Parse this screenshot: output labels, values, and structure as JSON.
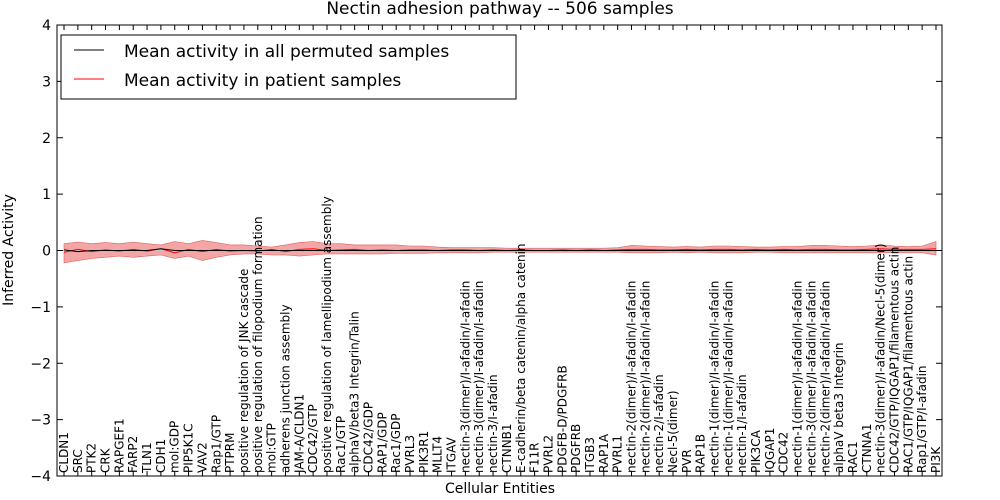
{
  "chart_data": {
    "type": "line",
    "title": "Nectin adhesion pathway -- 506 samples",
    "xlabel": "Cellular Entities",
    "ylabel": "Inferred Activity",
    "ylim": [
      -4,
      4
    ],
    "yticks": [
      "−4",
      "−3",
      "−2",
      "−1",
      "0",
      "1",
      "2",
      "3",
      "4"
    ],
    "grid": false,
    "legend_placement": "top-left",
    "categories": [
      "CLDN1",
      "SRC",
      "PTK2",
      "CRK",
      "RAPGEF1",
      "FARP2",
      "TLN1",
      "CDH1",
      "mol:GDP",
      "PIP5K1C",
      "VAV2",
      "Rap1/GTP",
      "PTPRM",
      "positive regulation of JNK cascade",
      "positive regulation of filopodium formation",
      "mol:GTP",
      "adherens junction assembly",
      "JAM-A/CLDN1",
      "CDC42/GTP",
      "positive regulation of lamellipodium assembly",
      "Rac1/GTP",
      "alphaV/beta3 Integrin/Talin",
      "CDC42/GDP",
      "RAP1/GDP",
      "Rac1/GDP",
      "PVRL3",
      "PIK3R1",
      "MLLT4",
      "ITGAV",
      "nectin-3(dimer)/I-afadin/I-afadin",
      "nectin-3(dimer)/I-afadin/I-afadin",
      "nectin-3/I-afadin",
      "CTNNB1",
      "E-cadherin/beta catenin/alpha catenin",
      "F11R",
      "PVRL2",
      "PDGFB-D/PDGFRB",
      "PDGFRB",
      "ITGB3",
      "RAP1A",
      "PVRL1",
      "nectin-2(dimer)/I-afadin/I-afadin",
      "nectin-2(dimer)/I-afadin/I-afadin",
      "nectin-2/I-afadin",
      "Necl-5(dimer)",
      "PVR",
      "RAP1B",
      "nectin-1(dimer)/I-afadin/I-afadin",
      "nectin-1(dimer)/I-afadin/I-afadin",
      "nectin-1/I-afadin",
      "PIK3CA",
      "IQGAP1",
      "CDC42",
      "nectin-1(dimer)/I-afadin/I-afadin",
      "nectin-3(dimer)/I-afadin/I-afadin",
      "nectin-2(dimer)/I-afadin/I-afadin",
      "alphaV beta3 Integrin",
      "RAC1",
      "CTNNA1",
      "nectin-3(dimer)/I-afadin/Necl-5(dimer)",
      "CDC42/GTP/IQGAP1/filamentous actin",
      "RAC1/GTP/IQGAP1/filamentous actin",
      "Rap1/GTP/I-afadin",
      "PI3K"
    ],
    "series": [
      {
        "name": "Mean activity in all permuted samples",
        "color": "#000000",
        "values": [
          0.01,
          -0.02,
          0.0,
          0.0,
          0.0,
          0.0,
          0.0,
          0.03,
          0.0,
          0.0,
          0.0,
          0.0,
          0.0,
          0.0,
          0.0,
          0.0,
          0.0,
          0.0,
          0.0,
          0.0,
          0.0,
          0.0,
          0.0,
          0.0,
          0.0,
          0.0,
          0.0,
          0.0,
          0.0,
          0.0,
          0.0,
          0.0,
          0.0,
          0.0,
          0.0,
          0.0,
          0.0,
          0.0,
          0.0,
          0.0,
          0.0,
          0.0,
          0.0,
          0.0,
          0.0,
          0.0,
          0.0,
          0.0,
          0.0,
          0.0,
          0.0,
          0.0,
          0.0,
          0.0,
          0.0,
          0.0,
          0.0,
          0.0,
          0.0,
          0.0,
          0.0,
          0.0,
          0.0,
          0.0
        ]
      },
      {
        "name": "Mean activity in patient samples",
        "color": "#ff0000",
        "band_color": "#f08080",
        "values": [
          -0.03,
          0.02,
          -0.02,
          0.01,
          -0.01,
          0.02,
          -0.01,
          0.03,
          -0.04,
          0.02,
          -0.02,
          0.02,
          -0.01,
          0.0,
          -0.01,
          0.02,
          -0.02,
          0.02,
          0.03,
          0.0,
          0.01,
          0.02,
          0.0,
          0.01,
          0.0,
          0.01,
          0.01,
          0.0,
          0.01,
          0.01,
          0.0,
          0.01,
          0.0,
          0.01,
          0.0,
          0.0,
          0.01,
          0.0,
          0.01,
          0.0,
          0.01,
          0.02,
          0.02,
          0.01,
          0.01,
          0.02,
          0.01,
          0.02,
          0.02,
          0.01,
          0.02,
          0.01,
          0.02,
          0.01,
          0.02,
          0.02,
          0.01,
          0.01,
          0.02,
          0.03,
          0.02,
          0.02,
          0.02,
          0.03
        ],
        "band_upper": [
          0.12,
          0.15,
          0.12,
          0.14,
          0.12,
          0.15,
          0.12,
          0.1,
          0.16,
          0.12,
          0.18,
          0.14,
          0.1,
          0.1,
          0.08,
          0.06,
          0.1,
          0.14,
          0.16,
          0.12,
          0.12,
          0.1,
          0.1,
          0.1,
          0.1,
          0.08,
          0.08,
          0.06,
          0.05,
          0.05,
          0.05,
          0.05,
          0.04,
          0.04,
          0.04,
          0.04,
          0.04,
          0.04,
          0.04,
          0.04,
          0.05,
          0.09,
          0.08,
          0.07,
          0.06,
          0.07,
          0.06,
          0.08,
          0.08,
          0.07,
          0.06,
          0.06,
          0.07,
          0.07,
          0.09,
          0.09,
          0.08,
          0.07,
          0.08,
          0.1,
          0.08,
          0.07,
          0.08,
          0.16
        ],
        "band_lower": [
          -0.22,
          -0.18,
          -0.14,
          -0.12,
          -0.1,
          -0.12,
          -0.1,
          -0.08,
          -0.14,
          -0.1,
          -0.18,
          -0.12,
          -0.08,
          -0.06,
          -0.06,
          -0.08,
          -0.08,
          -0.1,
          -0.08,
          -0.06,
          -0.06,
          -0.06,
          -0.06,
          -0.06,
          -0.05,
          -0.05,
          -0.05,
          -0.04,
          -0.04,
          -0.04,
          -0.04,
          -0.03,
          -0.03,
          -0.03,
          -0.03,
          -0.03,
          -0.03,
          -0.03,
          -0.03,
          -0.03,
          -0.03,
          -0.04,
          -0.04,
          -0.04,
          -0.03,
          -0.04,
          -0.03,
          -0.04,
          -0.04,
          -0.04,
          -0.03,
          -0.03,
          -0.04,
          -0.04,
          -0.04,
          -0.04,
          -0.04,
          -0.04,
          -0.04,
          -0.04,
          -0.04,
          -0.04,
          -0.04,
          -0.08
        ]
      }
    ]
  }
}
